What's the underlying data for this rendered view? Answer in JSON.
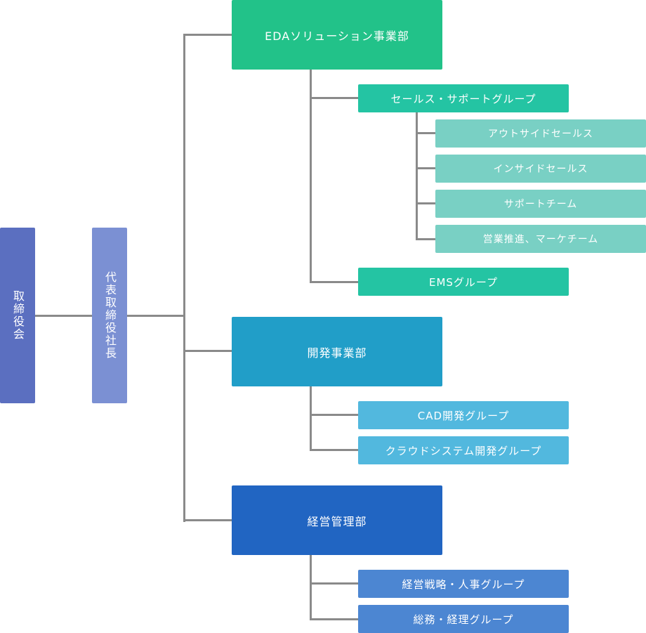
{
  "board": {
    "label": "取締役会",
    "color": "#5b6fc0"
  },
  "president": {
    "label": "代表取締役社長",
    "color": "#7b90d3"
  },
  "divisions": {
    "eda": {
      "label": "EDAソリューション事業部",
      "color": "#22c289",
      "groups": {
        "sales": {
          "label": "セールス・サポートグループ",
          "color": "#24c4a3",
          "teams": [
            {
              "label": "アウトサイドセールス",
              "color": "#79d0c4"
            },
            {
              "label": "インサイドセールス",
              "color": "#79d0c4"
            },
            {
              "label": "サポートチーム",
              "color": "#79d0c4"
            },
            {
              "label": "営業推進、マーケチーム",
              "color": "#79d0c4"
            }
          ]
        },
        "ems": {
          "label": "EMSグループ",
          "color": "#24c4a3"
        }
      }
    },
    "dev": {
      "label": "開発事業部",
      "color": "#219ec8",
      "groups": [
        {
          "label": "CAD開発グループ",
          "color": "#52b8de"
        },
        {
          "label": "クラウドシステム開発グループ",
          "color": "#52b8de"
        }
      ]
    },
    "mgmt": {
      "label": "経営管理部",
      "color": "#2165c2",
      "groups": [
        {
          "label": "経営戦略・人事グループ",
          "color": "#4c86d2"
        },
        {
          "label": "総務・経理グループ",
          "color": "#4c86d2"
        }
      ]
    }
  },
  "connector_color": "#8a8a8a"
}
